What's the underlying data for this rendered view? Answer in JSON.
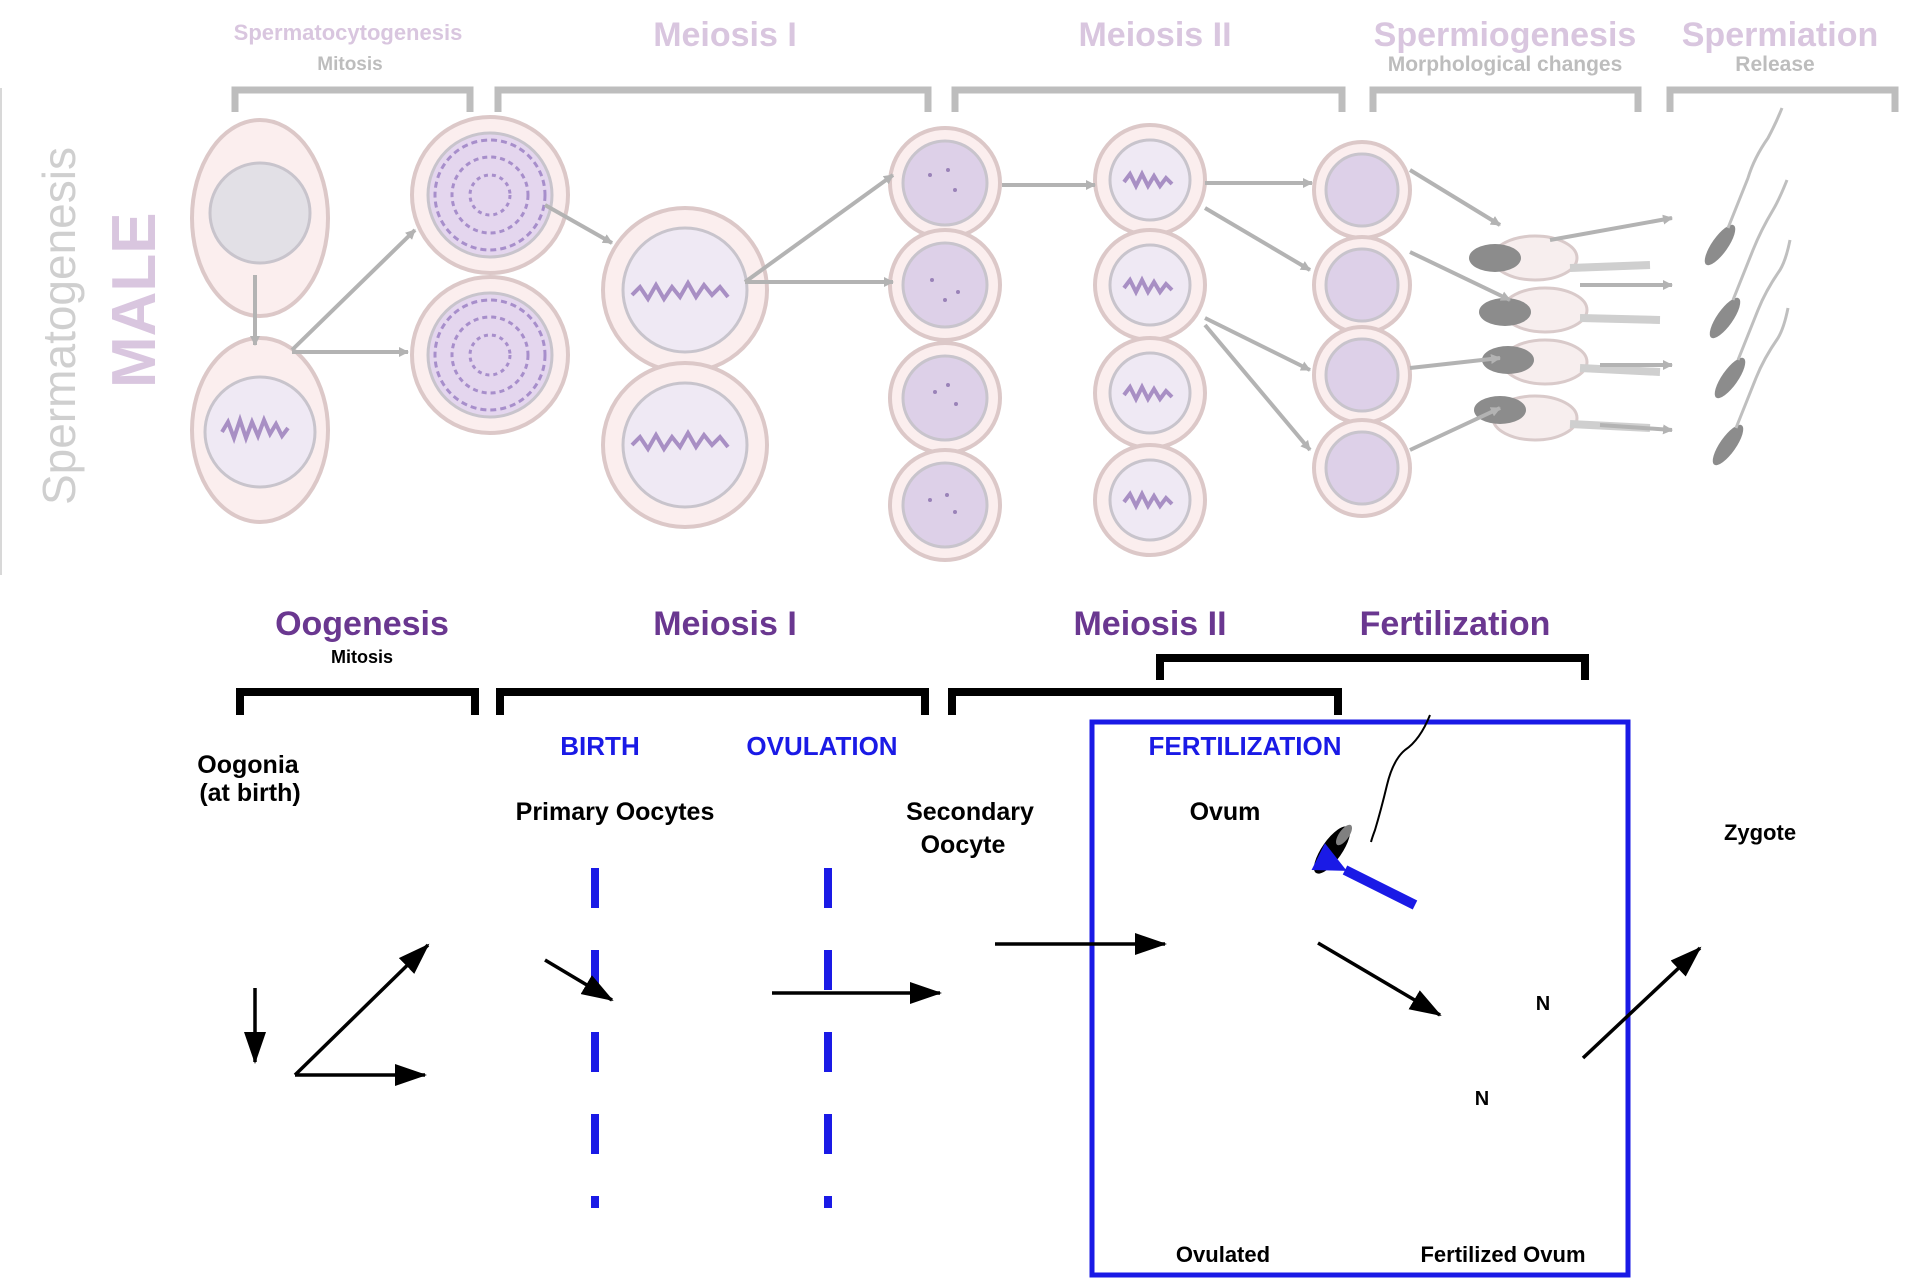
{
  "male": {
    "side_title": "MALE",
    "side_subtitle": "Spermatogenesis",
    "stages": [
      {
        "title": "Spermatocytogenesis",
        "subtitle": "Mitosis"
      },
      {
        "title": "Meiosis I",
        "subtitle": ""
      },
      {
        "title": "Meiosis II",
        "subtitle": ""
      },
      {
        "title": "Spermiogenesis",
        "subtitle": "Morphological changes"
      },
      {
        "title": "Spermiation",
        "subtitle": "Release"
      }
    ]
  },
  "female": {
    "stages": [
      {
        "title": "Oogenesis",
        "subtitle": "Mitosis"
      },
      {
        "title": "Meiosis I"
      },
      {
        "title": "Meiosis II"
      },
      {
        "title": "Fertilization"
      }
    ],
    "events": {
      "birth": "BIRTH",
      "ovulation": "OVULATION",
      "fertilization": "FERTILIZATION"
    },
    "cells": {
      "oogonia_line1": "Oogonia",
      "oogonia_line2": "(at birth)",
      "primary": "Primary Oocytes",
      "secondary_line1": "Secondary",
      "secondary_line2": "Oocyte",
      "ovum": "Ovum",
      "zygote": "Zygote",
      "nucleus_a": "N",
      "nucleus_b": "N",
      "ovulated": "Ovulated",
      "fertilized": "Fertilized Ovum"
    }
  },
  "colors": {
    "purple": "#6a3790",
    "blue": "#1a1ae6",
    "faded_label": "#d9c6df",
    "gray": "#bdbdbd"
  }
}
